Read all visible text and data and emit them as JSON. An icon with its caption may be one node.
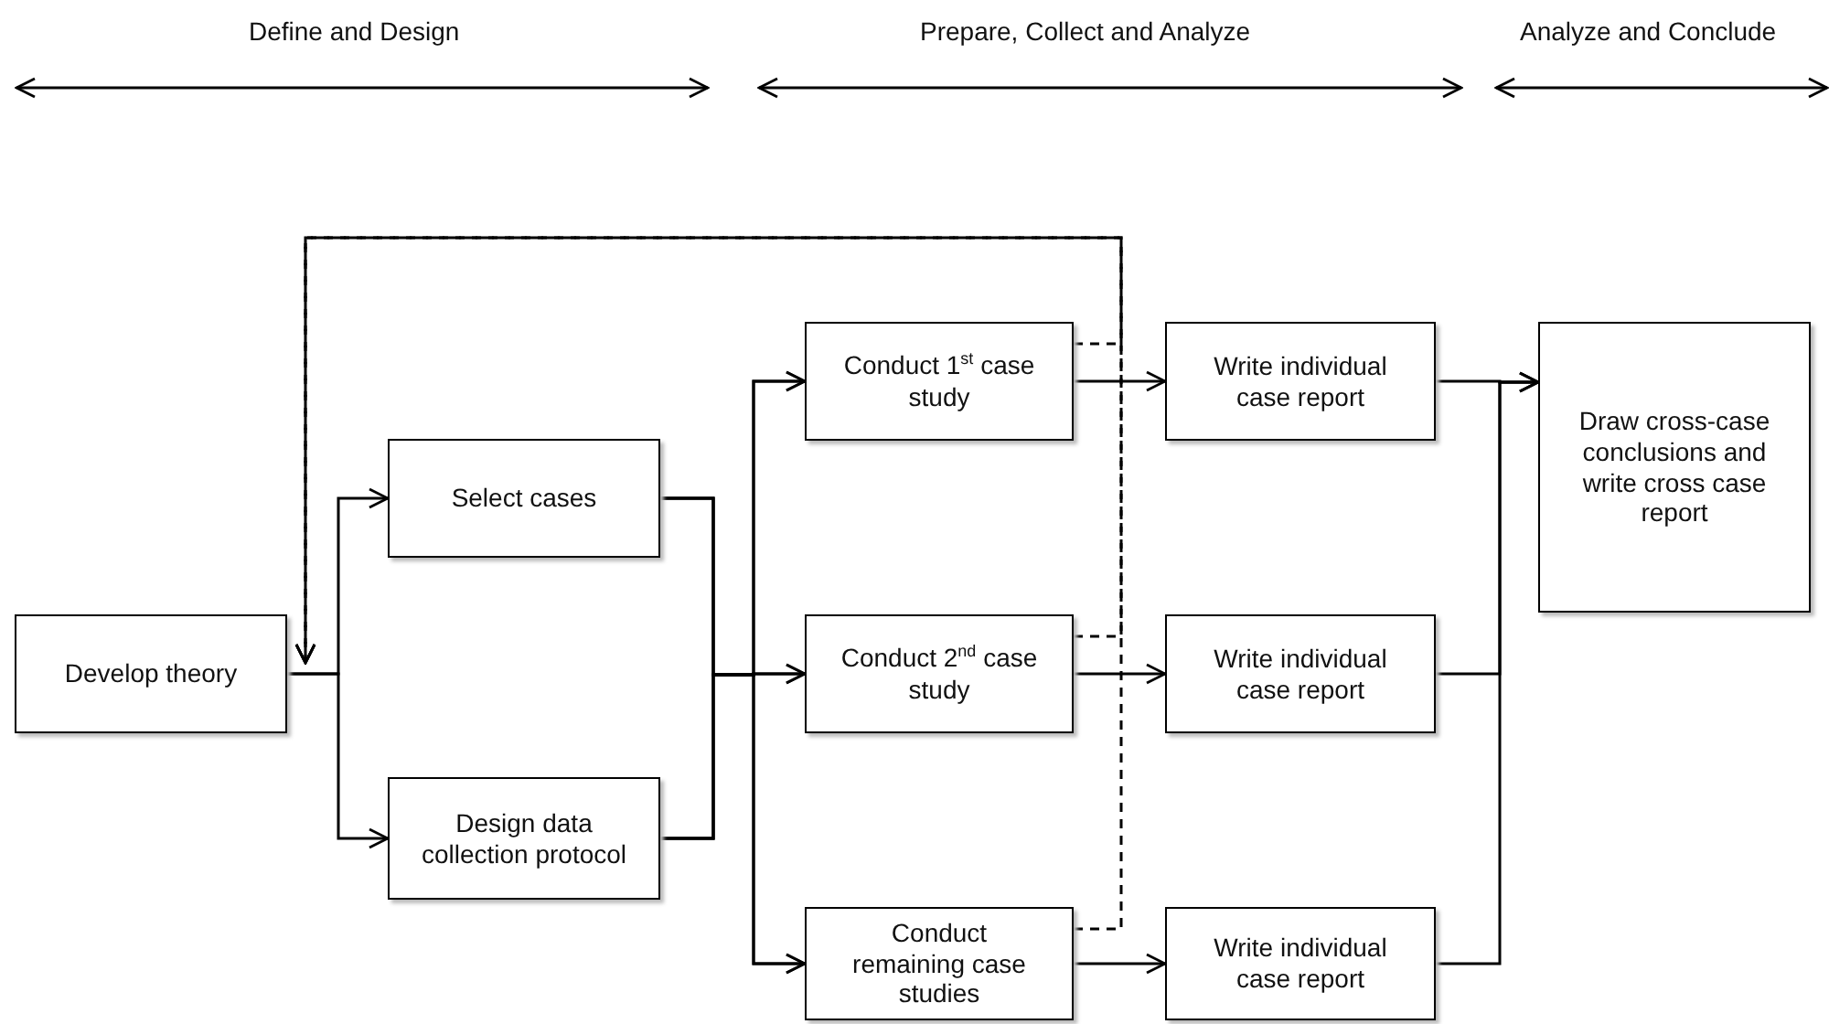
{
  "diagram": {
    "nodes": [
      {
        "text": [
          "Develop theory"
        ]
      },
      {
        "text": [
          "Select cases"
        ]
      },
      {
        "text": [
          "Design data collection protocol"
        ]
      },
      {
        "text": [
          "Conduct 1$^{st}$ case study"
        ]
      },
      {
        "text": [
          "Conduct 2$^{nd}$ case study"
        ]
      },
      {
        "text": [
          "Conduct remaining case studies"
        ]
      },
      {
        "text": [
          "Write individual case report"
        ]
      },
      {
        "text": [
          "Write individual case report"
        ]
      },
      {
        "text": [
          "Write individual case report"
        ]
      },
      {
        "text": [
          "Draw cross-case conclusions and write cross case report"
        ]
      }
    ],
    "edges": [
      {
        "from": 0,
        "to": 1,
        "arrow": "to"
      },
      {
        "from": 0,
        "to": 2,
        "arrow": "to"
      },
      {
        "from": 1,
        "to": 3,
        "arrow": "to"
      },
      {
        "from": 1,
        "to": 4,
        "arrow": "to"
      },
      {
        "from": 1,
        "to": 5,
        "arrow": "to"
      },
      {
        "from": 2,
        "to": 3,
        "arrow": "to"
      },
      {
        "from": 2,
        "to": 4,
        "arrow": "to"
      },
      {
        "from": 2,
        "to": 5,
        "arrow": "to"
      },
      {
        "from": 3,
        "to": 6,
        "arrow": "to"
      },
      {
        "from": 4,
        "to": 7,
        "arrow": "to"
      },
      {
        "from": 5,
        "to": 8,
        "arrow": "to"
      },
      {
        "from": 6,
        "to": 9,
        "arrow": "to"
      },
      {
        "from": 7,
        "to": 9,
        "arrow": "to"
      },
      {
        "from": 8,
        "to": 9,
        "arrow": "to"
      },
      {
        "from": 3,
        "to": 0,
        "arrow": "to",
        "style": "dashed"
      },
      {
        "from": 4,
        "to": 0,
        "arrow": "to",
        "style": "dashed"
      },
      {
        "from": 5,
        "to": 0,
        "arrow": "to",
        "style": "dashed"
      }
    ],
    "labels": [
      "Define and Design",
      "Prepare, Collect and Analyze",
      "Analyze and Conclude"
    ]
  }
}
